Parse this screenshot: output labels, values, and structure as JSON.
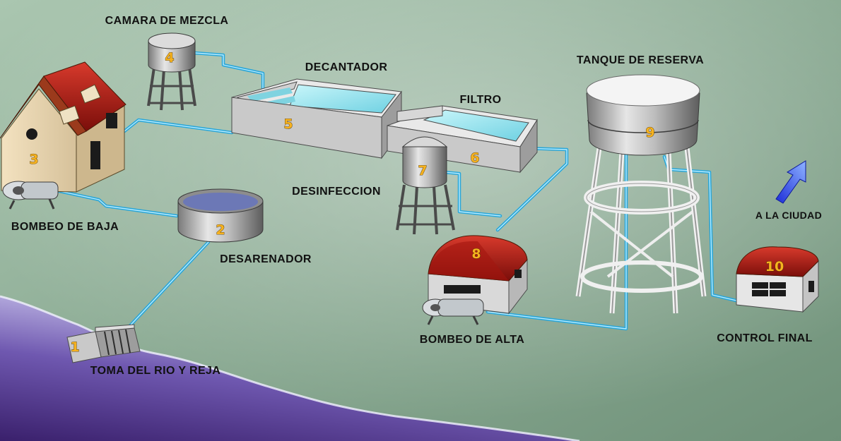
{
  "labels": {
    "camara": "CAMARA DE MEZCLA",
    "decantador": "DECANTADOR",
    "filtro": "FILTRO",
    "tanque": "TANQUE DE RESERVA",
    "desinfeccion": "DESINFECCION",
    "bombeo_baja": "BOMBEO DE BAJA",
    "desarenador": "DESARENADOR",
    "bombeo_alta": "BOMBEO DE ALTA",
    "control_final": "CONTROL FINAL",
    "toma": "TOMA DEL RIO Y REJA",
    "ciudad": "A LA CIUDAD"
  },
  "numbers": {
    "n1": "1",
    "n2": "2",
    "n3": "3",
    "n4": "4",
    "n5": "5",
    "n6": "6",
    "n7": "7",
    "n8": "8",
    "n9": "9",
    "n10": "10"
  },
  "colors": {
    "ground": "#8fae97",
    "ground_light": "#c8dccc",
    "river": "#4a2f7e",
    "river_light": "#d4d2f4",
    "pipe": "#2aa6d8",
    "water": "#9fe7ef",
    "roof_red": "#b41c14",
    "concrete": "#c9c9c9",
    "number": "#f6b21f"
  }
}
